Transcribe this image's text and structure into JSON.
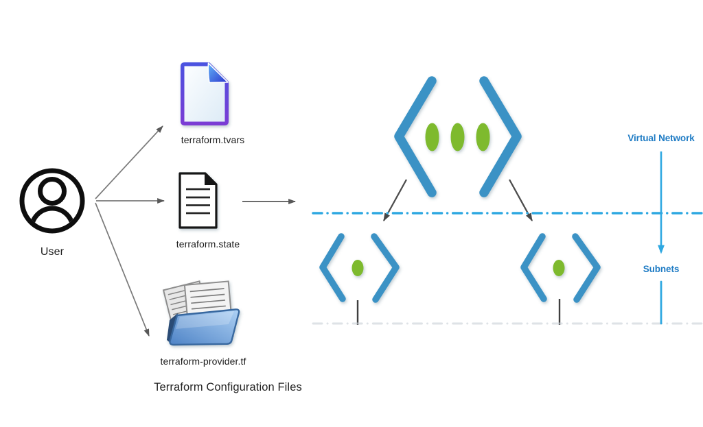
{
  "user": {
    "label": "User"
  },
  "files": {
    "tvars_label": "terraform.tvars",
    "state_label": "terraform.state",
    "provider_label": "terraform-provider.tf",
    "caption": "Terraform Configuration Files"
  },
  "network": {
    "virtual_network_label": "Virtual Network",
    "subnets_label": "Subnets"
  },
  "icons": {
    "user": "user-avatar-icon",
    "tvars": "blank-document-icon",
    "state": "text-document-icon",
    "provider": "open-folder-with-documents-icon",
    "vnet": "azure-virtual-network-icon",
    "subnet_left": "azure-subnet-icon",
    "subnet_right": "azure-subnet-icon"
  },
  "colors": {
    "azure_icon_blue": "#3a92c5",
    "dot_green": "#7eba2f",
    "boundary_blue": "#2fa8e1",
    "network_label_blue": "#1e7bc4",
    "arrow_gray": "#6b6b6b",
    "document_border_indigo": "#4b44d2",
    "folder_blue": "#6f9fd8"
  }
}
